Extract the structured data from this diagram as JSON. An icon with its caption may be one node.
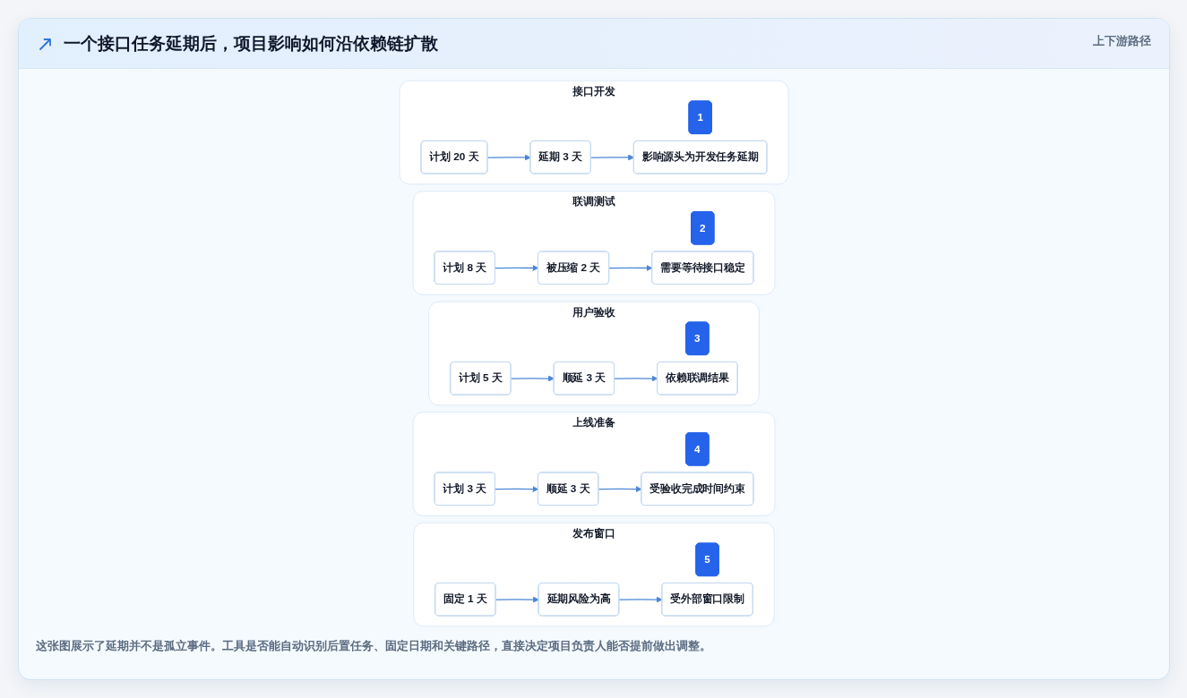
{
  "diagram": {
    "title": "一个接口任务延期后，项目影响如何沿依赖链扩散",
    "caption": "这张图展示了延期并不是孤立事件。工具是否能自动识别后置任务、固定日期和关键路径，直接决定项目负责人能否提前做出调整。",
    "nodes": [
      {
        "text": [
          "接口开发"
        ]
      },
      {
        "text": [
          "1"
        ],
        "in": 0
      },
      {
        "text": [
          "计划 20 天"
        ],
        "in": 0
      },
      {
        "text": [
          "延期 3 天"
        ],
        "in": 0
      },
      {
        "text": [
          "影响源头为开发任务延期"
        ],
        "in": 0
      },
      {
        "text": [
          "联调测试"
        ]
      },
      {
        "text": [
          "2"
        ],
        "in": 5
      },
      {
        "text": [
          "计划 8 天"
        ],
        "in": 5
      },
      {
        "text": [
          "被压缩 2 天"
        ],
        "in": 5
      },
      {
        "text": [
          "需要等待接口稳定"
        ],
        "in": 5
      },
      {
        "text": [
          "用户验收"
        ]
      },
      {
        "text": [
          "3"
        ],
        "in": 10
      },
      {
        "text": [
          "计划 5 天"
        ],
        "in": 10
      },
      {
        "text": [
          "顺延 3 天"
        ],
        "in": 10
      },
      {
        "text": [
          "依赖联调结果"
        ],
        "in": 10
      },
      {
        "text": [
          "上线准备"
        ]
      },
      {
        "text": [
          "4"
        ],
        "in": 15
      },
      {
        "text": [
          "计划 3 天"
        ],
        "in": 15
      },
      {
        "text": [
          "顺延 3 天"
        ],
        "in": 15
      },
      {
        "text": [
          "受验收完成时间约束"
        ],
        "in": 15
      },
      {
        "text": [
          "发布窗口"
        ]
      },
      {
        "text": [
          "5"
        ],
        "in": 20
      },
      {
        "text": [
          "固定 1 天"
        ],
        "in": 20
      },
      {
        "text": [
          "延期风险为高"
        ],
        "in": 20
      },
      {
        "text": [
          "受外部窗口限制"
        ],
        "in": 20
      }
    ],
    "edges": [
      {
        "from": 2,
        "to": 3,
        "arrow": "to"
      },
      {
        "from": 3,
        "to": 4,
        "arrow": "to"
      },
      {
        "from": 7,
        "to": 8,
        "arrow": "to"
      },
      {
        "from": 8,
        "to": 9,
        "arrow": "to"
      },
      {
        "from": 12,
        "to": 13,
        "arrow": "to"
      },
      {
        "from": 13,
        "to": 14,
        "arrow": "to"
      },
      {
        "from": 17,
        "to": 18,
        "arrow": "to"
      },
      {
        "from": 18,
        "to": 19,
        "arrow": "to"
      },
      {
        "from": 22,
        "to": 23,
        "arrow": "to"
      },
      {
        "from": 23,
        "to": 24,
        "arrow": "to"
      }
    ],
    "labels": [
      "上下游路径"
    ]
  }
}
